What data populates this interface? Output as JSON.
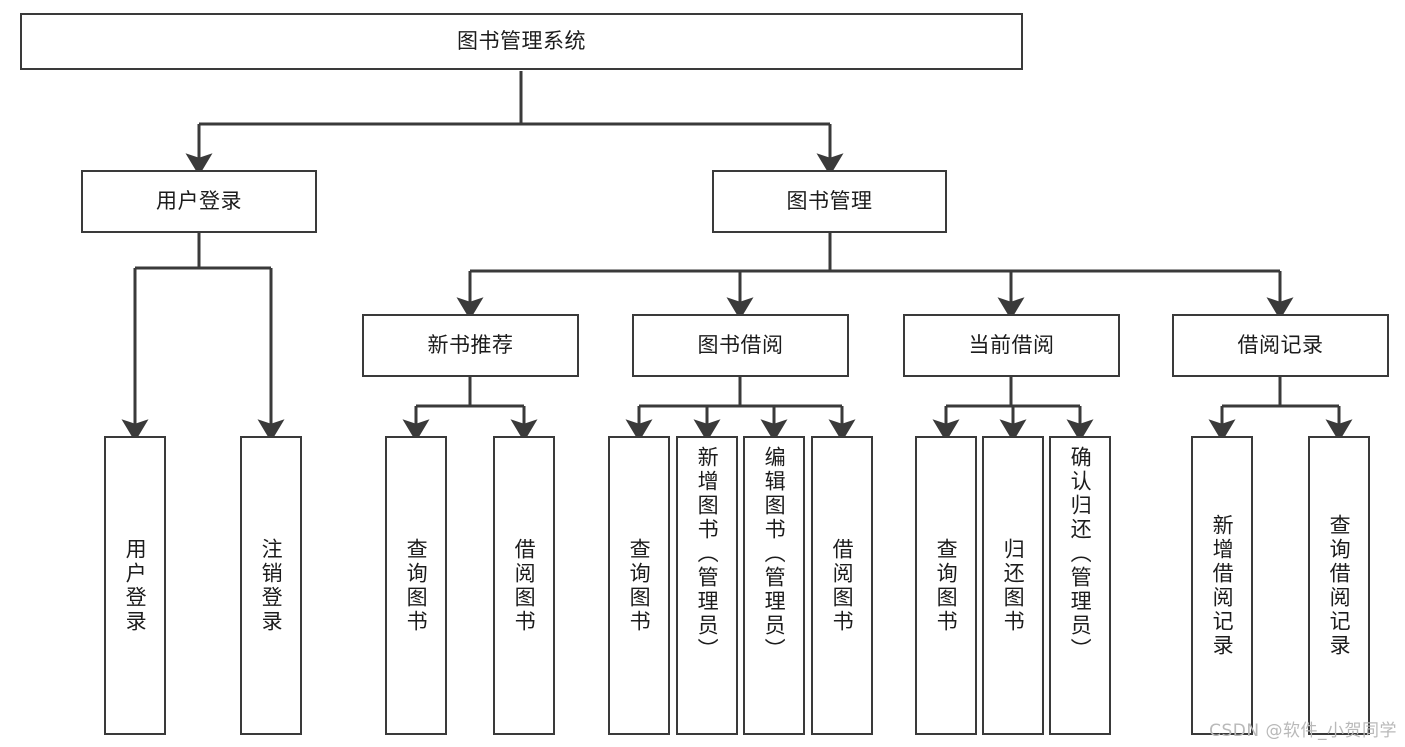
{
  "diagram": {
    "type": "tree-hierarchy",
    "title": "图书管理系统",
    "watermark": "CSDN @软件_小贺同学",
    "colors": {
      "box_border": "#3a3a3a",
      "box_fill": "#ffffff",
      "connector": "#3a3a3a",
      "text": "#1c1c1c",
      "watermark": "#b9b9b9",
      "background": "#ffffff"
    },
    "root": {
      "label": "图书管理系统"
    },
    "level2": [
      {
        "label": "用户登录"
      },
      {
        "label": "图书管理"
      }
    ],
    "level3": [
      {
        "label": "新书推荐"
      },
      {
        "label": "图书借阅"
      },
      {
        "label": "当前借阅"
      },
      {
        "label": "借阅记录"
      }
    ],
    "leaves": {
      "user_login": [
        {
          "label": "用户登录"
        },
        {
          "label": "注销登录"
        }
      ],
      "new_book_recommend": [
        {
          "label": "查询图书"
        },
        {
          "label": "借阅图书"
        }
      ],
      "book_borrow": [
        {
          "label": "查询图书"
        },
        {
          "label": "新增图书（管理员）"
        },
        {
          "label": "编辑图书（管理员）"
        },
        {
          "label": "借阅图书"
        }
      ],
      "current_borrow": [
        {
          "label": "查询图书"
        },
        {
          "label": "归还图书"
        },
        {
          "label": "确认归还（管理员）"
        }
      ],
      "borrow_record": [
        {
          "label": "新增借阅记录"
        },
        {
          "label": "查询借阅记录"
        }
      ]
    }
  }
}
